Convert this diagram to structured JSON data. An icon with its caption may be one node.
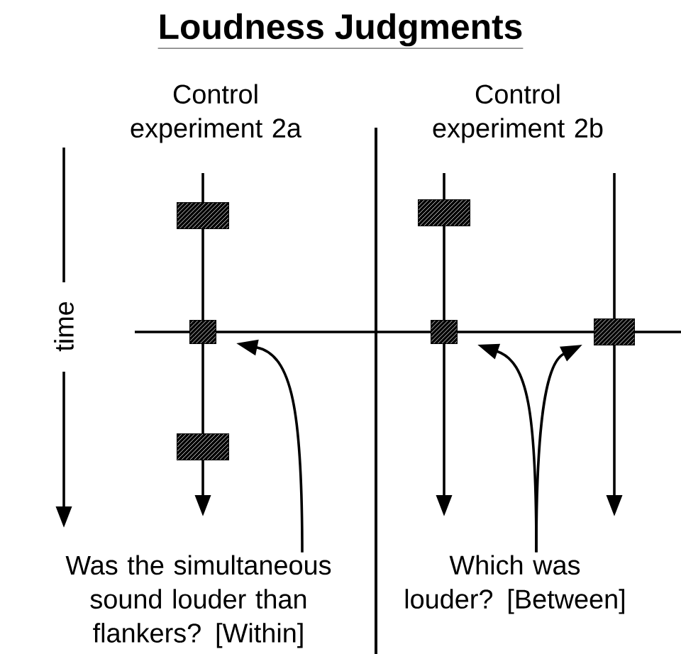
{
  "diagram": {
    "title": "Loudness Judgments",
    "nodes": [
      {
        "text": [
          "Was the simultaneous sound louder than flankers? [Within]"
        ]
      },
      {
        "text": [
          "Which was louder? [Between]"
        ]
      },
      {
        "text": [],
        "shape": "box"
      },
      {
        "text": [],
        "shape": "box"
      },
      {
        "text": [],
        "shape": "box"
      },
      {
        "text": [],
        "shape": "box"
      },
      {
        "text": [],
        "shape": "box"
      },
      {
        "text": [],
        "shape": "box"
      }
    ],
    "edges": [
      {
        "from": null,
        "to": 2,
        "arrow": "none"
      },
      {
        "from": 2,
        "to": 3,
        "arrow": "none"
      },
      {
        "from": 3,
        "to": 4,
        "arrow": "none"
      },
      {
        "from": 4,
        "to": null,
        "arrow": "to"
      },
      {
        "from": null,
        "to": 5,
        "arrow": "none"
      },
      {
        "from": 5,
        "to": 6,
        "arrow": "none"
      },
      {
        "from": 6,
        "to": null,
        "arrow": "to"
      },
      {
        "from": null,
        "to": 7,
        "arrow": "none"
      },
      {
        "from": 7,
        "to": null,
        "arrow": "to"
      },
      {
        "from": 0,
        "to": 3,
        "arrow": "to"
      },
      {
        "from": 1,
        "to": 6,
        "arrow": "to"
      },
      {
        "from": 1,
        "to": 7,
        "arrow": "to"
      }
    ],
    "labels": [
      "Control experiment 2a",
      "Control experiment 2b",
      "time"
    ]
  }
}
